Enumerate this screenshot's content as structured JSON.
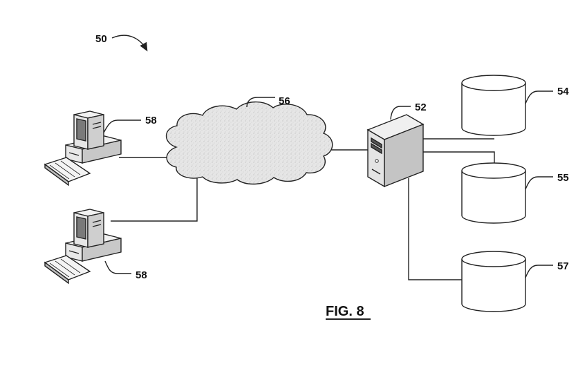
{
  "figure": {
    "caption": "FIG. 8",
    "system_ref": "50"
  },
  "nodes": {
    "computer_top": {
      "ref": "58",
      "icon": "desktop-computer-icon"
    },
    "computer_bottom": {
      "ref": "58",
      "icon": "desktop-computer-icon"
    },
    "network": {
      "ref": "56",
      "icon": "cloud-icon"
    },
    "server": {
      "ref": "52",
      "icon": "server-tower-icon"
    },
    "database_1": {
      "ref": "54",
      "icon": "database-cylinder-icon"
    },
    "database_2": {
      "ref": "55",
      "icon": "database-cylinder-icon"
    },
    "database_3": {
      "ref": "57",
      "icon": "database-cylinder-icon"
    }
  },
  "colors": {
    "line": "#222222",
    "cloud_fill": "#e6e6e6",
    "device_light": "#f2f2f2",
    "device_mid": "#d6d6d6",
    "device_dark": "#9a9a9a"
  }
}
